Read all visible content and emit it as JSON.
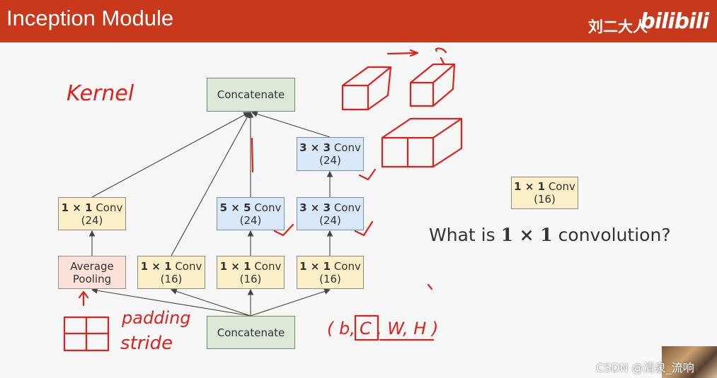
{
  "header": {
    "title": "Inception Module",
    "author": "刘二大人",
    "logo": "bilibili"
  },
  "diagram": {
    "top_concat": "Concatenate",
    "bottom_concat": "Concatenate",
    "branch1": {
      "conv_op": "1 × 1",
      "conv_word": "Conv",
      "conv_ch": "(24)",
      "pool_line1": "Average",
      "pool_line2": "Pooling"
    },
    "branch2": {
      "conv_op": "1 × 1",
      "conv_word": "Conv",
      "conv_ch": "(16)"
    },
    "branch3": {
      "conv5_op": "5 × 5",
      "conv5_word": "Conv",
      "conv5_ch": "(24)",
      "conv1_op": "1 × 1",
      "conv1_word": "Conv",
      "conv1_ch": "(16)"
    },
    "branch4": {
      "conv3b_op": "3 × 3",
      "conv3b_word": "Conv",
      "conv3b_ch": "(24)",
      "conv3a_op": "3 × 3",
      "conv3a_word": "Conv",
      "conv3a_ch": "(24)",
      "conv1_op": "1 × 1",
      "conv1_word": "Conv",
      "conv1_ch": "(16)"
    }
  },
  "side": {
    "box_op": "1 × 1",
    "box_word": "Conv",
    "box_ch": "(16)",
    "question_pre": "What is ",
    "question_op": "1 × 1",
    "question_post": " convolution?"
  },
  "annotations": {
    "kernel": "Kernel",
    "padding": "padding",
    "stride": "stride",
    "dims_open": "( b,",
    "dims_c": "C",
    "dims_rest": ", W, H )"
  },
  "watermark": "CSDN @清泉_流响",
  "colors": {
    "header": "#c8381a",
    "ink": "#e0201a",
    "green": "#dde9d8",
    "yellow": "#fcefc8",
    "blue": "#d9e8f8",
    "pink": "#fbe1d7"
  }
}
